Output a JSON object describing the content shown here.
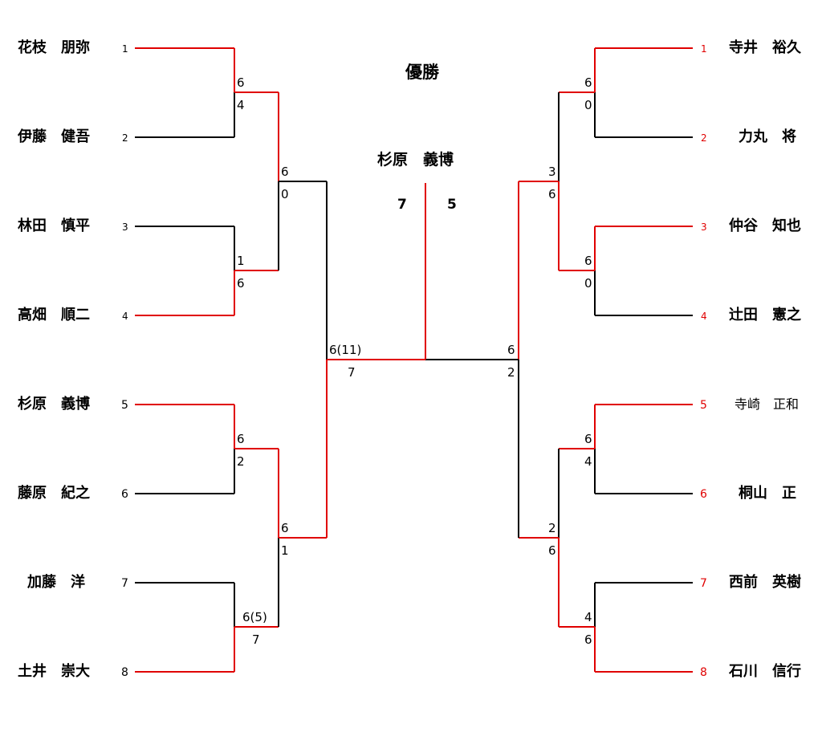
{
  "title": "優勝",
  "colors": {
    "winner": "#e00000",
    "normal": "#000000"
  },
  "champion": {
    "name": "杉原　義博",
    "final_score_left": "7",
    "final_score_right": "5"
  },
  "left_players": [
    {
      "name": "花枝　朋弥",
      "seed": "1"
    },
    {
      "name": "伊藤　健吾",
      "seed": "2"
    },
    {
      "name": "林田　慎平",
      "seed": "3"
    },
    {
      "name": "高畑　順二",
      "seed": "4"
    },
    {
      "name": "杉原　義博",
      "seed": "5"
    },
    {
      "name": "藤原　紀之",
      "seed": "6"
    },
    {
      "name": "加藤　洋",
      "seed": "7"
    },
    {
      "name": "土井　崇大",
      "seed": "8"
    }
  ],
  "right_players": [
    {
      "name": "寺井　裕久",
      "seed": "1"
    },
    {
      "name": "力丸　将",
      "seed": "2"
    },
    {
      "name": "仲谷　知也",
      "seed": "3"
    },
    {
      "name": "辻田　憲之",
      "seed": "4"
    },
    {
      "name": "寺崎　正和",
      "seed": "5"
    },
    {
      "name": "桐山　正",
      "seed": "6"
    },
    {
      "name": "西前　英樹",
      "seed": "7"
    },
    {
      "name": "石川　信行",
      "seed": "8"
    }
  ],
  "left_scores": {
    "r1": [
      [
        "6",
        "4"
      ],
      [
        "1",
        "6"
      ],
      [
        "6",
        "2"
      ],
      [
        "6(5)",
        "7"
      ]
    ],
    "r2": [
      [
        "6",
        "0"
      ],
      [
        "6",
        "1"
      ]
    ],
    "sf": [
      "6(11)",
      "7"
    ]
  },
  "right_scores": {
    "r1": [
      [
        "6",
        "0"
      ],
      [
        "6",
        "0"
      ],
      [
        "6",
        "4"
      ],
      [
        "4",
        "6"
      ]
    ],
    "r2": [
      [
        "3",
        "6"
      ],
      [
        "2",
        "6"
      ]
    ],
    "sf": [
      "6",
      "2"
    ]
  }
}
